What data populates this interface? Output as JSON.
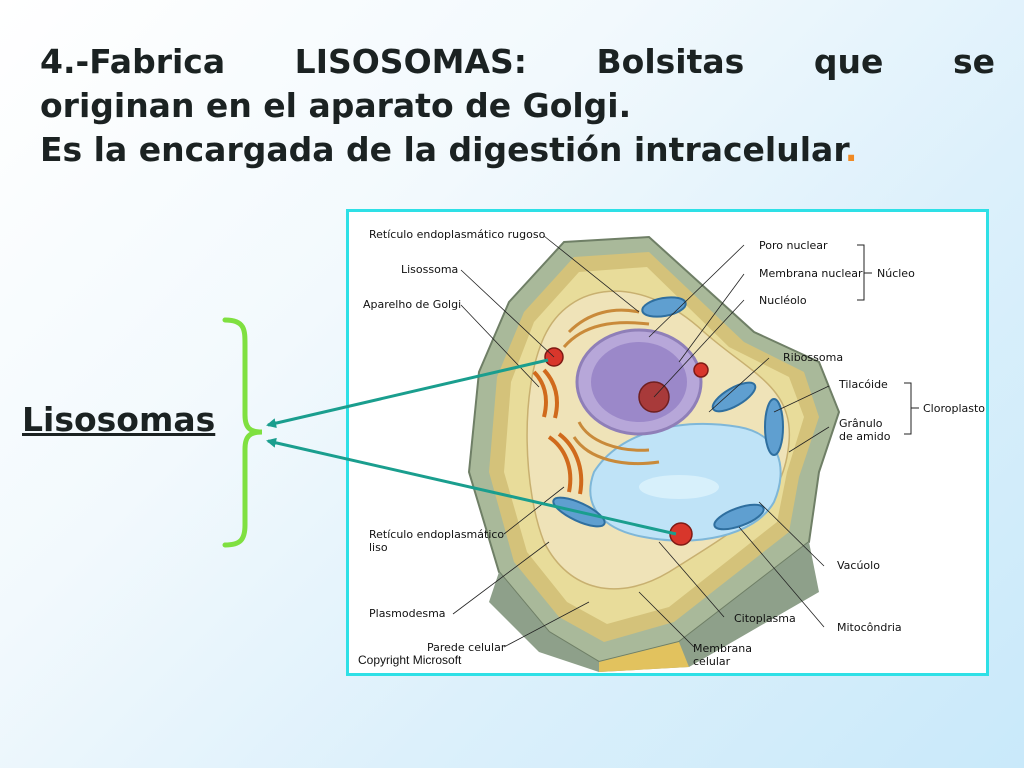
{
  "slide": {
    "title_line1_words": [
      "4.-Fabrica",
      "LISOSOMAS:",
      "Bolsitas",
      "que",
      "se"
    ],
    "title_line2": "originan en el aparato de Golgi.",
    "title_line3": "Es la encargada de la digestión intracelular",
    "title_line3_dot": ".",
    "side_label": "Lisosomas",
    "accent_color": "#f08a24",
    "brace_color": "#7fe040",
    "arrow_color": "#1a9e8e"
  },
  "diagram": {
    "border_color": "#2ee0e6",
    "labels": {
      "reticulo_rugoso": "Retículo endoplasmático rugoso",
      "lisossoma": "Lisossoma",
      "aparelho_golgi": "Aparelho de Golgi",
      "poro_nuclear": "Poro nuclear",
      "membrana_nuclear": "Membrana nuclear",
      "nucleo": "Núcleo",
      "nucleolo": "Nucléolo",
      "ribossoma": "Ribossoma",
      "tilacoide": "Tilacóide",
      "cloroplasto": "Cloroplasto",
      "granulo_line1": "Grânulo",
      "granulo_line2": "de amido",
      "reticulo_liso_line1": "Retículo endoplasmático",
      "reticulo_liso_line2": "liso",
      "vacuolo": "Vacúolo",
      "plasmodesma": "Plasmodesma",
      "citoplasma": "Citoplasma",
      "mitocondria": "Mitocôndria",
      "parede_celular": "Parede celular",
      "membrana_celular_line1": "Membrana",
      "membrana_celular_line2": "celular"
    },
    "copyright": "Copyright Microsoft"
  }
}
